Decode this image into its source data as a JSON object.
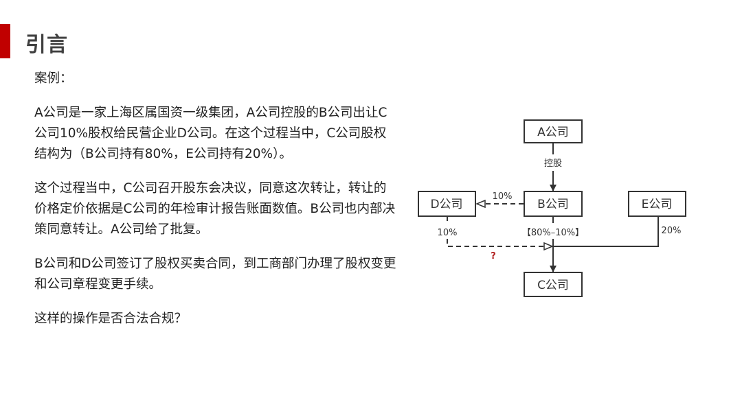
{
  "slide": {
    "title": "引言",
    "paragraphs": [
      "案例：",
      "A公司是一家上海区属国资一级集团，A公司控股的B公司出让C公司10%股权给民营企业D公司。在这个过程当中，C公司股权结构为（B公司持有80%，E公司持有20%）。",
      "这个过程当中，C公司召开股东会决议，同意这次转让，转让的价格定价依据是C公司的年检审计报告账面数值。B公司也内部决策同意转让。A公司给了批复。",
      "B公司和D公司签订了股权买卖合同，到工商部门办理了股权变更和公司章程变更手续。",
      "这样的操作是否合法合规？"
    ]
  },
  "diagram": {
    "nodes": {
      "a": "A公司",
      "b": "B公司",
      "c": "C公司",
      "d": "D公司",
      "e": "E公司"
    },
    "labels": {
      "a_to_b": "控股",
      "b_to_d": "10%",
      "d_to_c": "10%",
      "b_to_c": "【80%–10%】",
      "e_to_c": "20%",
      "question": "?"
    },
    "colors": {
      "accent": "#c00000",
      "question": "#b22222"
    }
  }
}
